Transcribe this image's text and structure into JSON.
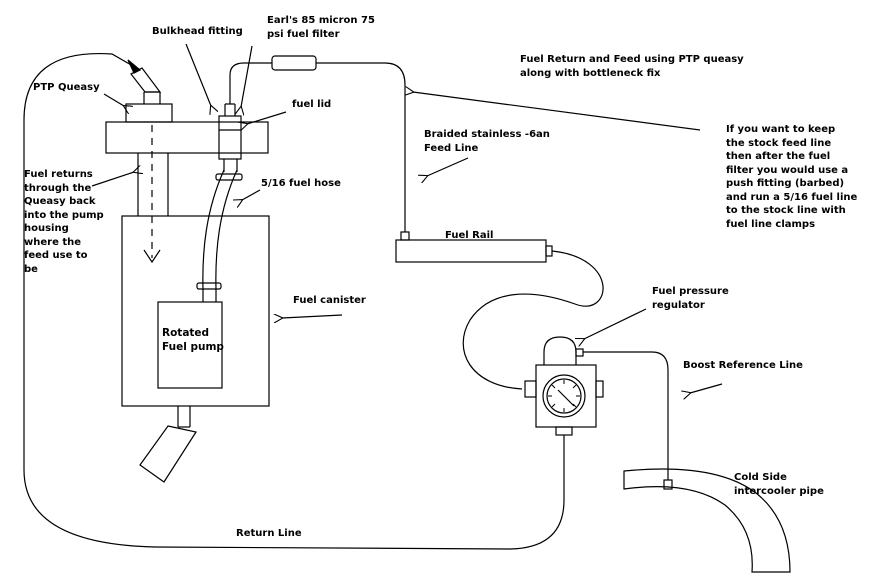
{
  "labels": {
    "bulkhead": "Bulkhead fitting",
    "filter": "Earl's 85 micron 75\npsi fuel filter",
    "ptp_queasy": "PTP Queasy",
    "fuel_lid": "fuel lid",
    "return_feed": "Fuel Return and Feed using PTP queasy\nalong with bottleneck fix",
    "braided_line": "Braided stainless -6an\nFeed Line",
    "stock_feed_note": "If you want to keep\nthe stock feed line\nthen after the fuel\nfilter you would use a\npush fitting (barbed)\nand run a 5/16 fuel line\nto the stock line with\nfuel line clamps",
    "fuel_returns": "Fuel returns\nthrough the\nQueasy back\ninto the pump\nhousing\nwhere the\nfeed use to\nbe",
    "fuel_hose": "5/16 fuel hose",
    "fuel_rail": "Fuel Rail",
    "fuel_canister": "Fuel canister",
    "fuel_pump": "Rotated\nFuel pump",
    "fpr": "Fuel pressure\nregulator",
    "boost_line": "Boost Reference Line",
    "intercooler": "Cold Side\nintercooler pipe",
    "return_line": "Return Line"
  },
  "colors": {
    "line": "#000000",
    "background": "#ffffff"
  }
}
